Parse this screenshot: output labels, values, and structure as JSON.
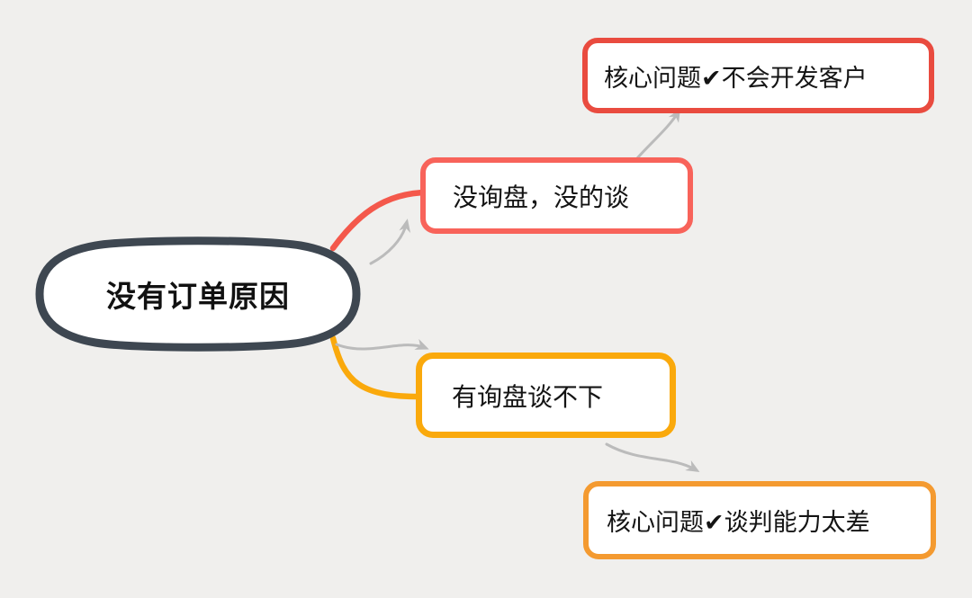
{
  "canvas": {
    "background_color": "#F0EFED"
  },
  "mindmap": {
    "root": {
      "label": "没有订单原因",
      "border_color": "#3E4751",
      "fill_color": "#FFFFFF"
    },
    "branches": [
      {
        "id": "no-inquiry",
        "label": "没询盘，没的谈",
        "border_color": "#F8635A",
        "line_color": "#F4584B",
        "leaf": {
          "label": "核心问题✔不会开发客户",
          "border_color": "#E94B3F"
        }
      },
      {
        "id": "inquiry-no-deal",
        "label": "有询盘谈不下",
        "border_color": "#FAA90C",
        "line_color": "#FAA90C",
        "leaf": {
          "label": "核心问题✔谈判能力太差",
          "border_color": "#F49A30"
        }
      }
    ],
    "arrow_color": "#BBBBBB"
  }
}
